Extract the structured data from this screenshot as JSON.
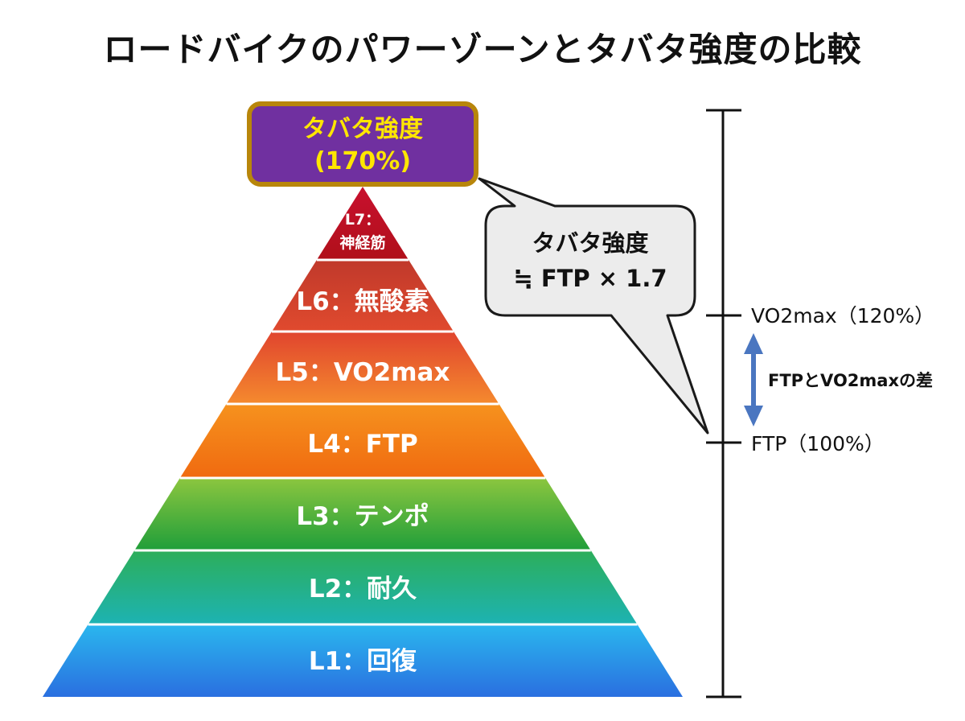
{
  "title": "ロードバイクのパワーゾーンとタバタ強度の比較",
  "tabata_box": {
    "line1": "タバタ強度",
    "line2": "(170%)",
    "fill": "#7030a0",
    "border": "#b8860b",
    "text_color": "#ffe600"
  },
  "callout": {
    "line1": "タバタ強度",
    "line2": "≒ FTP × 1.7"
  },
  "zones": [
    {
      "label_line1": "L7：",
      "label_line2": "神経筋",
      "top_color": "#c8102e",
      "bottom_color": "#b0101a"
    },
    {
      "label": "L6：無酸素",
      "top_color": "#c0392b",
      "bottom_color": "#e04a2e"
    },
    {
      "label": "L5：VO2max",
      "top_color": "#e0442e",
      "bottom_color": "#f58a2e"
    },
    {
      "label": "L4：FTP",
      "top_color": "#f6921e",
      "bottom_color": "#f06a10"
    },
    {
      "label": "L3：テンポ",
      "top_color": "#8cc63f",
      "bottom_color": "#1f9e3a"
    },
    {
      "label": "L2：耐久",
      "top_color": "#2cae5a",
      "bottom_color": "#1db3b3"
    },
    {
      "label": "L1：回復",
      "top_color": "#2ab7ee",
      "bottom_color": "#2a6fe0"
    }
  ],
  "scale": {
    "vo2max_label": "VO2max（120%）",
    "ftp_label": "FTP（100%）",
    "diff_label": "FTPとVO2maxの差",
    "arrow_color": "#4a76c0"
  }
}
